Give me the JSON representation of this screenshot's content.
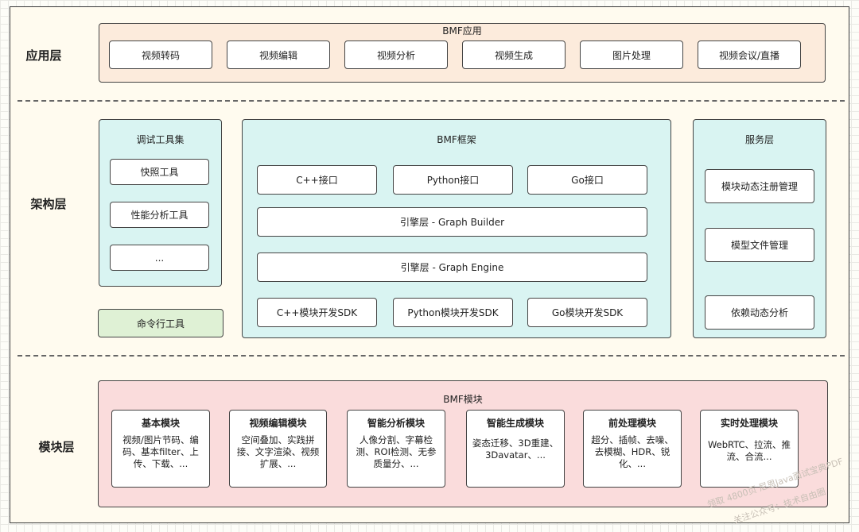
{
  "layers": {
    "app": "应用层",
    "arch": "架构层",
    "module": "模块层"
  },
  "app_group": {
    "title": "BMF应用",
    "items": [
      "视频转码",
      "视频编辑",
      "视频分析",
      "视频生成",
      "图片处理",
      "视频会议/直播"
    ]
  },
  "debug_tools": {
    "title": "调试工具集",
    "items": [
      "快照工具",
      "性能分析工具",
      "..."
    ]
  },
  "cli_tool": "命令行工具",
  "framework": {
    "title": "BMF框架",
    "interfaces": [
      "C++接口",
      "Python接口",
      "Go接口"
    ],
    "builder": "引擎层 - Graph Builder",
    "engine": "引擎层 - Graph Engine",
    "sdks": [
      "C++模块开发SDK",
      "Python模块开发SDK",
      "Go模块开发SDK"
    ]
  },
  "service": {
    "title": "服务层",
    "items": [
      "模块动态注册管理",
      "模型文件管理",
      "依赖动态分析"
    ]
  },
  "modules": {
    "title": "BMF模块",
    "items": [
      {
        "title": "基本模块",
        "desc": "视频/图片节码、编码、基本filter、上传、下载、..."
      },
      {
        "title": "视频编辑模块",
        "desc": "空间叠加、实践拼接、文字渲染、视频扩展、..."
      },
      {
        "title": "智能分析模块",
        "desc": "人像分割、字幕检测、ROI检测、无参质量分、..."
      },
      {
        "title": "智能生成模块",
        "desc": "姿态迁移、3D重建、3Davatar、..."
      },
      {
        "title": "前处理模块",
        "desc": "超分、插帧、去噪、去模糊、HDR、锐化、..."
      },
      {
        "title": "实时处理模块",
        "desc": "WebRTC、拉流、推流、合流..."
      }
    ]
  },
  "watermark": {
    "line1": "领取 4800页 尼恩Java面试宝典PDF",
    "line2": "关注公众号：技术自由圈"
  },
  "colors": {
    "app_bg": "#fcebdc",
    "arch_bg": "#d9f4f2",
    "cli_bg": "#dff1d5",
    "module_bg": "#fadcdc",
    "canvas_bg": "#fffbef"
  }
}
